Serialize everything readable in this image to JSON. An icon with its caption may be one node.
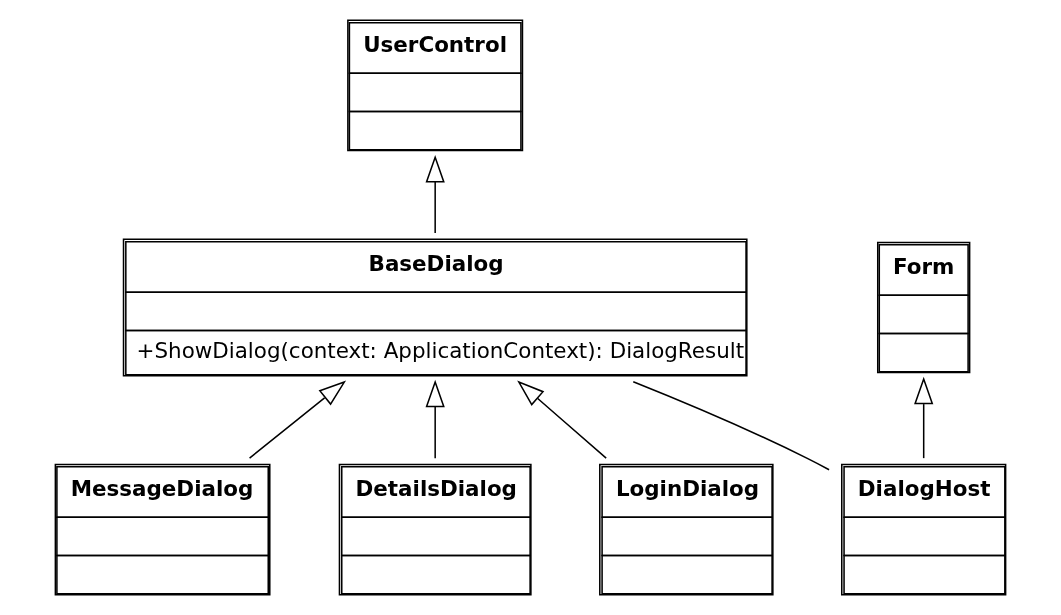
{
  "diagram": {
    "nodes": [
      {
        "text": [
          "UserControl"
        ]
      },
      {
        "text": [
          "Form"
        ]
      },
      {
        "text": [
          "BaseDialog",
          "+ShowDialog(context: ApplicationContext): DialogResult"
        ]
      },
      {
        "text": [
          "DialogHost"
        ]
      },
      {
        "text": [
          "MessageDialog"
        ]
      },
      {
        "text": [
          "DetailsDialog"
        ]
      },
      {
        "text": [
          "LoginDialog"
        ]
      }
    ],
    "edges": [
      {
        "from": 2,
        "to": 0,
        "arrow": "to"
      },
      {
        "from": 3,
        "to": 1,
        "arrow": "to"
      },
      {
        "from": 2,
        "to": 3,
        "arrow": "none"
      },
      {
        "from": 4,
        "to": 2,
        "arrow": "to"
      },
      {
        "from": 5,
        "to": 2,
        "arrow": "to"
      },
      {
        "from": 6,
        "to": 2,
        "arrow": "to"
      }
    ]
  }
}
